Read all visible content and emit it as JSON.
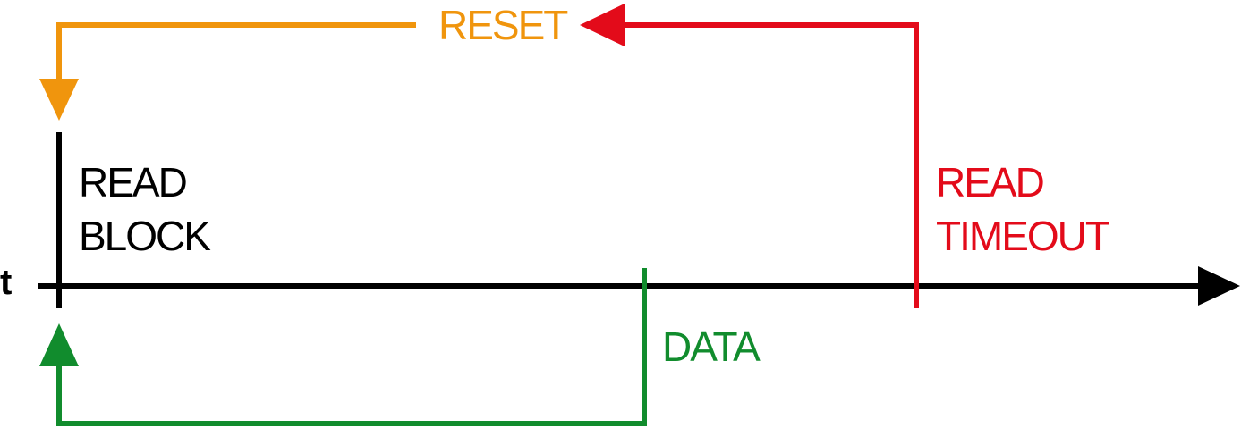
{
  "labels": {
    "time_axis": "t",
    "read_block": [
      "READ",
      "BLOCK"
    ],
    "read_timeout": [
      "READ",
      "TIMEOUT"
    ],
    "reset": "RESET",
    "data": "DATA"
  },
  "colors": {
    "axis": "#000000",
    "read_block": "#000000",
    "read_timeout": "#e30b1a",
    "reset": "#f0950d",
    "data": "#118c2d"
  },
  "icons": {
    "time_axis_arrow": "arrow-right-icon",
    "reset_arrow": "arrow-down-icon",
    "timeout_arrow": "arrow-left-icon",
    "data_arrow": "arrow-up-icon"
  }
}
